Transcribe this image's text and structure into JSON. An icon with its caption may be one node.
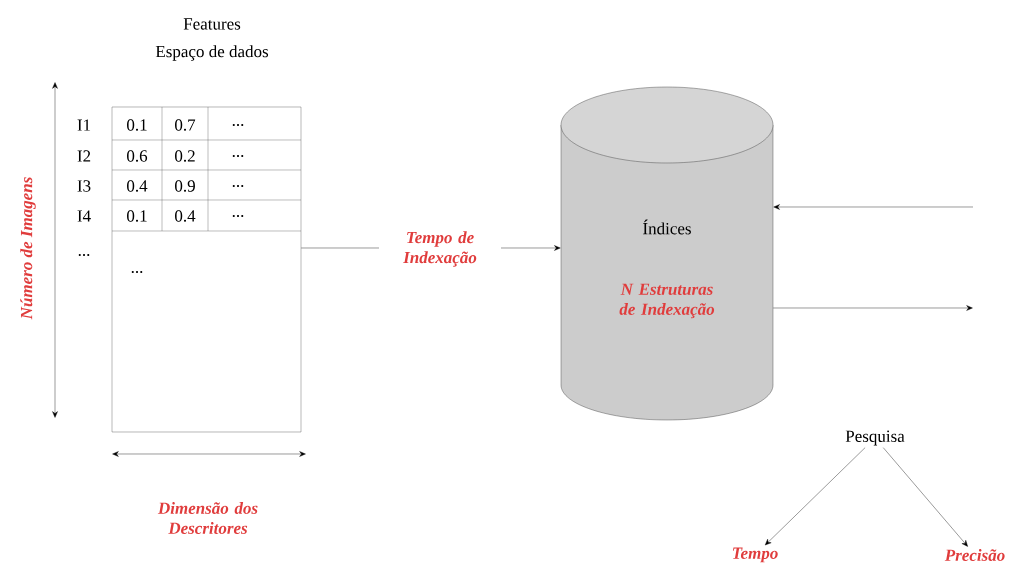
{
  "diagram": {
    "nodes": [
      {
        "text": [],
        "shape": "box"
      },
      {
        "text": [
          "Índices",
          "N Estruturas de Indexação"
        ]
      },
      {
        "text": [
          "Pesquisa"
        ]
      },
      {
        "text": [
          "Tempo"
        ]
      },
      {
        "text": [
          "Precisão"
        ]
      }
    ],
    "edges": [
      {
        "from": 0,
        "to": 1,
        "arrow": "to",
        "label": "Tempo de Indexação"
      },
      {
        "from": null,
        "to": 1,
        "arrow": "to"
      },
      {
        "from": 1,
        "to": null,
        "arrow": "to"
      },
      {
        "from": 2,
        "to": 3,
        "arrow": "to"
      },
      {
        "from": 2,
        "to": 4,
        "arrow": "to"
      }
    ],
    "labels": [
      "Features",
      "Espaço de dados",
      "I1",
      "0.1",
      "0.7",
      "...",
      "I2",
      "0.6",
      "0.2",
      "...",
      "I3",
      "0.4",
      "0.9",
      "...",
      "I4",
      "0.1",
      "0.4",
      "...",
      "...",
      "...",
      "Número de Imagens",
      "Dimensão dos Descritores"
    ]
  }
}
